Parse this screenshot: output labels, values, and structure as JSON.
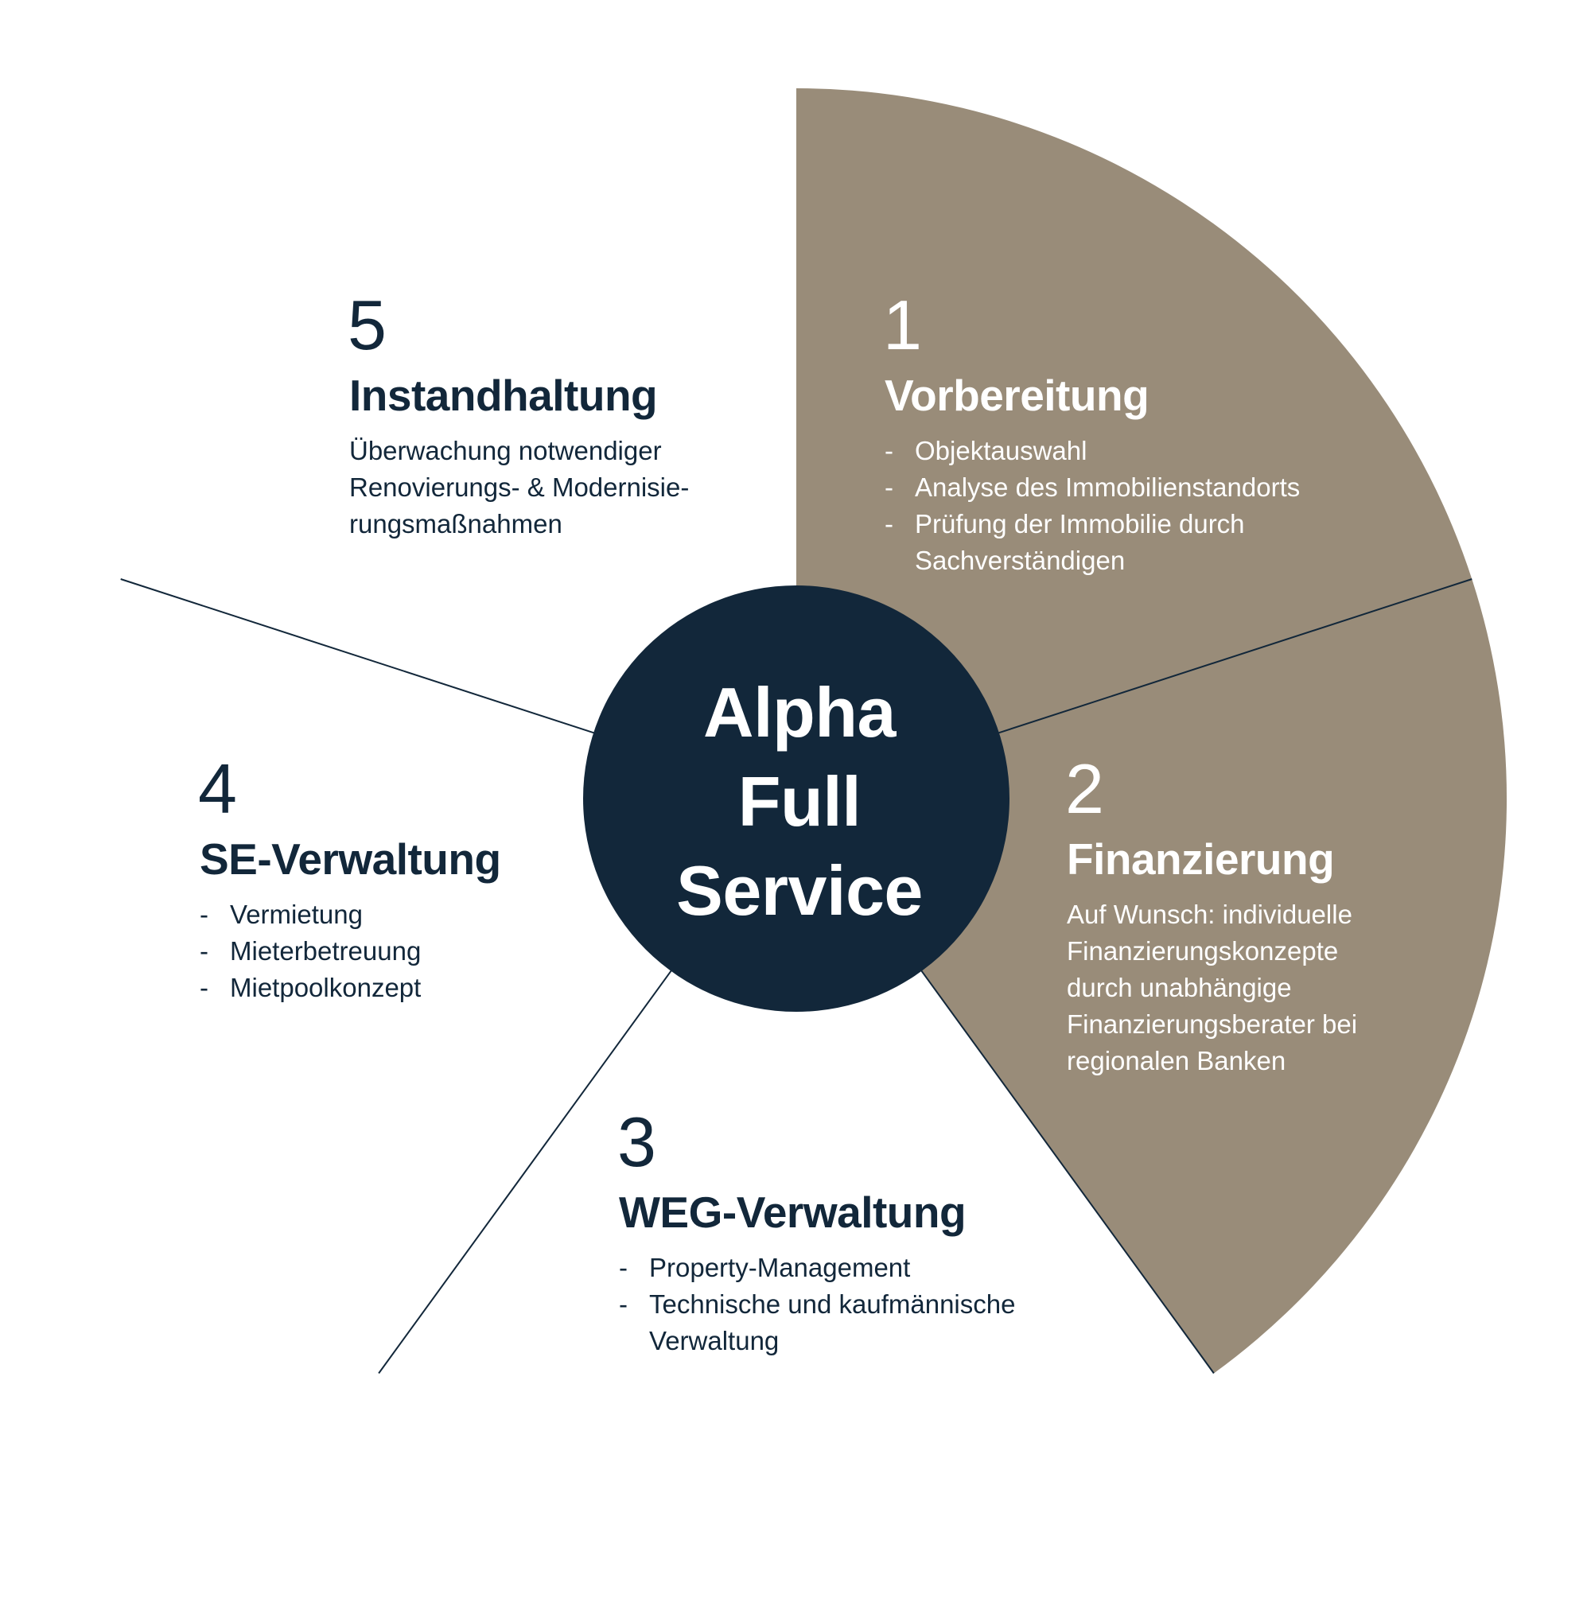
{
  "colors": {
    "accent": "#998c79",
    "dark": "#12273a",
    "light_text": "#ffffff",
    "background": "#ffffff"
  },
  "center": {
    "lines": [
      "Alpha",
      "Full",
      "Service"
    ]
  },
  "segments": [
    {
      "number": "1",
      "title": "Vorbereitung",
      "items": [
        "Objektauswahl",
        "Analyse des Immobilienstandorts",
        "Prüfung der Immobilie durch Sachverständigen"
      ]
    },
    {
      "number": "2",
      "title": "Finanzierung",
      "description": "Auf Wunsch: individuelle Finanzierungskonzepte durch unabhängige Finanzierungsberater bei regionalen Banken"
    },
    {
      "number": "3",
      "title": "WEG-Verwaltung",
      "items": [
        "Property-Management",
        "Technische und kaufmännische Verwaltung"
      ]
    },
    {
      "number": "4",
      "title": "SE-Verwaltung",
      "items": [
        "Vermietung",
        "Mieterbetreuung",
        "Mietpoolkonzept"
      ]
    },
    {
      "number": "5",
      "title": "Instandhaltung",
      "description": "Überwachung notwendiger Renovierungs- & Modernisie-rungsmaßnahmen"
    }
  ]
}
